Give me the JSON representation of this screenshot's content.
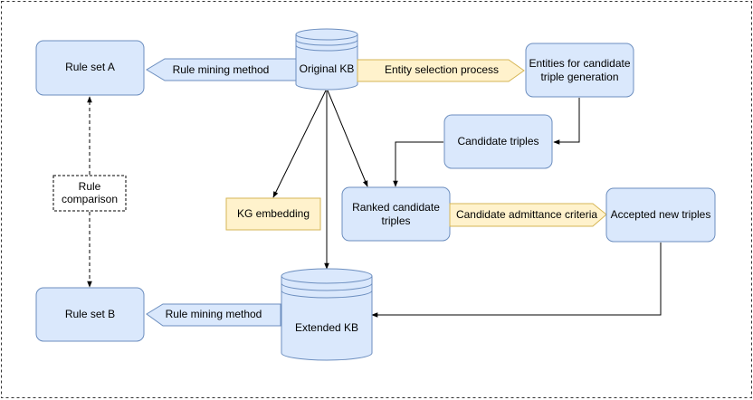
{
  "colors": {
    "node_fill": "#dae8fc",
    "node_stroke": "#6c8ebf",
    "criteria_fill": "#fff2cc",
    "criteria_stroke": "#d6b656",
    "edge": "#000000"
  },
  "nodes": {
    "rule_set_a": "Rule set A",
    "rule_set_b": "Rule set B",
    "original_kb": "Original KB",
    "extended_kb": "Extended KB",
    "entities_line1": "Entities for candidate",
    "entities_line2": "triple generation",
    "candidate_triples": "Candidate triples",
    "ranked_line1": "Ranked candidate",
    "ranked_line2": "triples",
    "accepted_new_triples": "Accepted new triples",
    "rule_comparison_line1": "Rule",
    "rule_comparison_line2": "comparison"
  },
  "processes": {
    "rule_mining_method_top": "Rule mining method",
    "rule_mining_method_bottom": "Rule mining method",
    "entity_selection_process": "Entity selection process",
    "kg_embedding": "KG embedding",
    "candidate_admittance_criteria": "Candidate admittance criteria"
  }
}
